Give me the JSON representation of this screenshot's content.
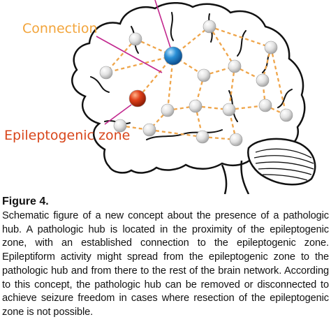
{
  "diagram": {
    "label_connection": "Connection",
    "label_epileptogenic_zone": "Epileptogenic zone",
    "colors": {
      "connection_label": "#F2A43A",
      "epileptogenic_label": "#D8461B",
      "pathologic_hub": "#2A8FD6",
      "epileptogenic_node": "#E0401A",
      "network_node": "#D9D9D9",
      "dashed_link": "#EFA54A",
      "pointer_line": "#C2278E",
      "brain_outline": "#111111"
    }
  },
  "caption": {
    "figure_label": "Figure 4.",
    "text": "Schematic figure of a new concept about the presence of a pathologic hub. A pathologic hub is located in the proximity of the epileptogenic zone, with an established connection to the epileptogenic zone. Epileptiform activity might spread from the epileptogenic zone to the pathologic hub and from there to the rest of the brain network. According to this concept, the pathologic hub can be removed or disconnected to achieve seizure freedom in cases where resection of the epileptogenic zone is not possible."
  }
}
